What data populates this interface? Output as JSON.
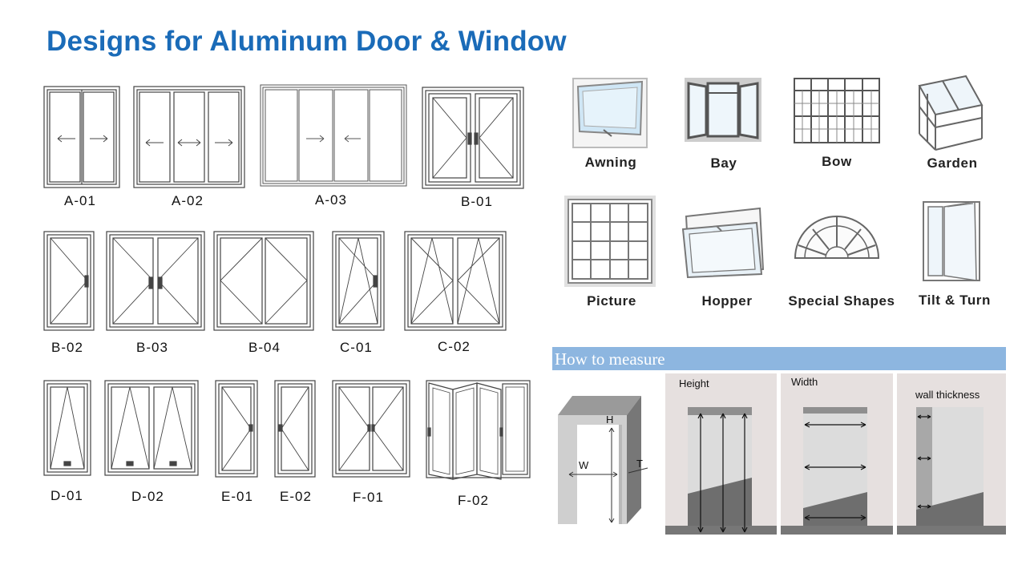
{
  "page_title": "Designs for Aluminum Door & Window",
  "colors": {
    "title": "#1a6bb8",
    "measure_bar": "#8db6e0",
    "frame_stroke": "#444444"
  },
  "door_codes": {
    "a01": "A-01",
    "a02": "A-02",
    "a03": "A-03",
    "b01": "B-01",
    "b02": "B-02",
    "b03": "B-03",
    "b04": "B-04",
    "c01": "C-01",
    "c02": "C-02",
    "d01": "D-01",
    "d02": "D-02",
    "e01": "E-01",
    "e02": "E-02",
    "f01": "F-01",
    "f02": "F-02"
  },
  "window_types": [
    "Awning",
    "Bay",
    "Bow",
    "Garden",
    "Picture",
    "Hopper",
    "Special Shapes",
    "Tilt & Turn"
  ],
  "measure": {
    "title": "How to measure",
    "panels": {
      "height": "Height",
      "width": "Width",
      "wall_thickness": "wall thickness"
    },
    "diagram": {
      "h": "H",
      "w": "W",
      "t": "T"
    }
  }
}
